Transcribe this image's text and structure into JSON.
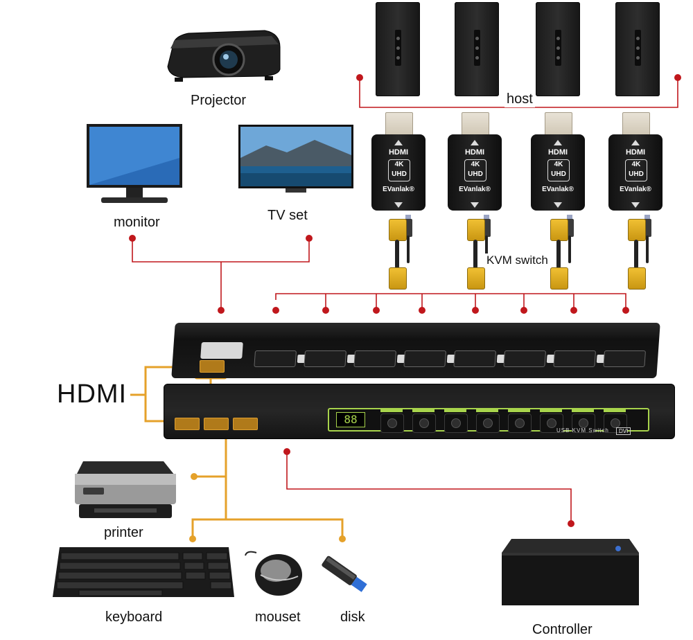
{
  "labels": {
    "projector": "Projector",
    "host": "host",
    "monitor": "monitor",
    "tv_set": "TV set",
    "kvm_switch": "KVM switch",
    "hdmi": "HDMI",
    "printer": "printer",
    "keyboard": "keyboard",
    "mouse": "mouset",
    "disk": "disk",
    "controller": "Controller"
  },
  "dongles": [
    {
      "brand": "HDMI",
      "res": "4K",
      "uhd": "UHD",
      "maker": "EVanlak®"
    },
    {
      "brand": "HDMI",
      "res": "4K",
      "uhd": "UHD",
      "maker": "EVanlak®"
    },
    {
      "brand": "HDMI",
      "res": "4K",
      "uhd": "UHD",
      "maker": "EVanlak®"
    },
    {
      "brand": "HDMI",
      "res": "4K",
      "uhd": "UHD",
      "maker": "EVanlak®"
    }
  ],
  "front_panel": {
    "display": "88",
    "model_text": "USB KVM Switch",
    "dvi_badge": "DVI"
  },
  "colors": {
    "red_wire": "#c0171c",
    "orange_wire": "#e5a12a",
    "rack_body": "#1c1c1c",
    "led_green": "#a8d44c"
  }
}
